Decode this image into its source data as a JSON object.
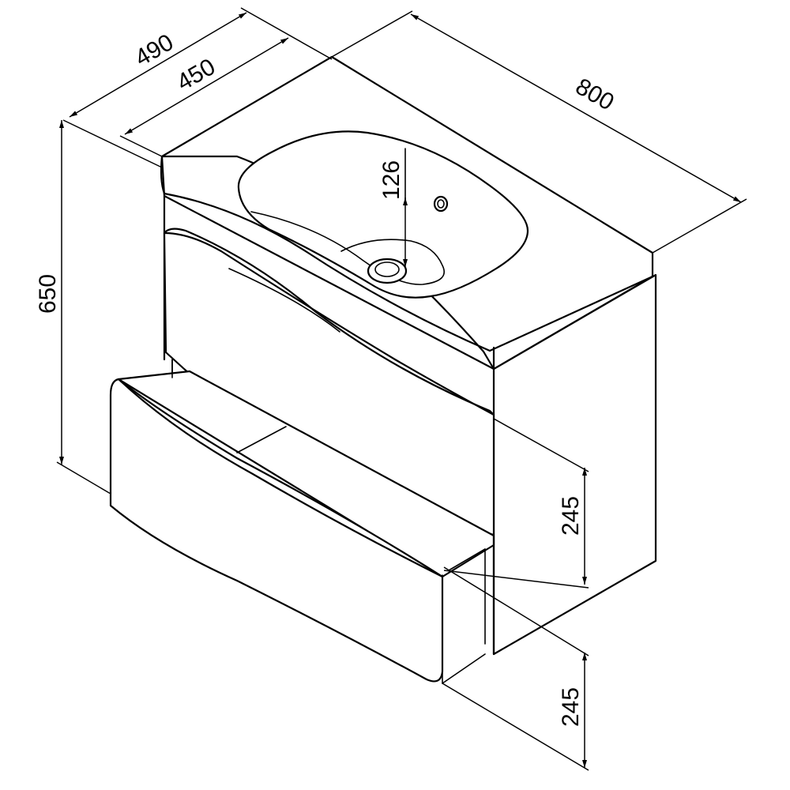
{
  "dimensions": {
    "overall_depth": "490",
    "basin_depth": "450",
    "width": "800",
    "height": "650",
    "basin_inner_depth": "126",
    "top_drawer_height": "245",
    "bottom_drawer_height": "245"
  },
  "colors": {
    "line": "#000000",
    "background": "#ffffff"
  }
}
